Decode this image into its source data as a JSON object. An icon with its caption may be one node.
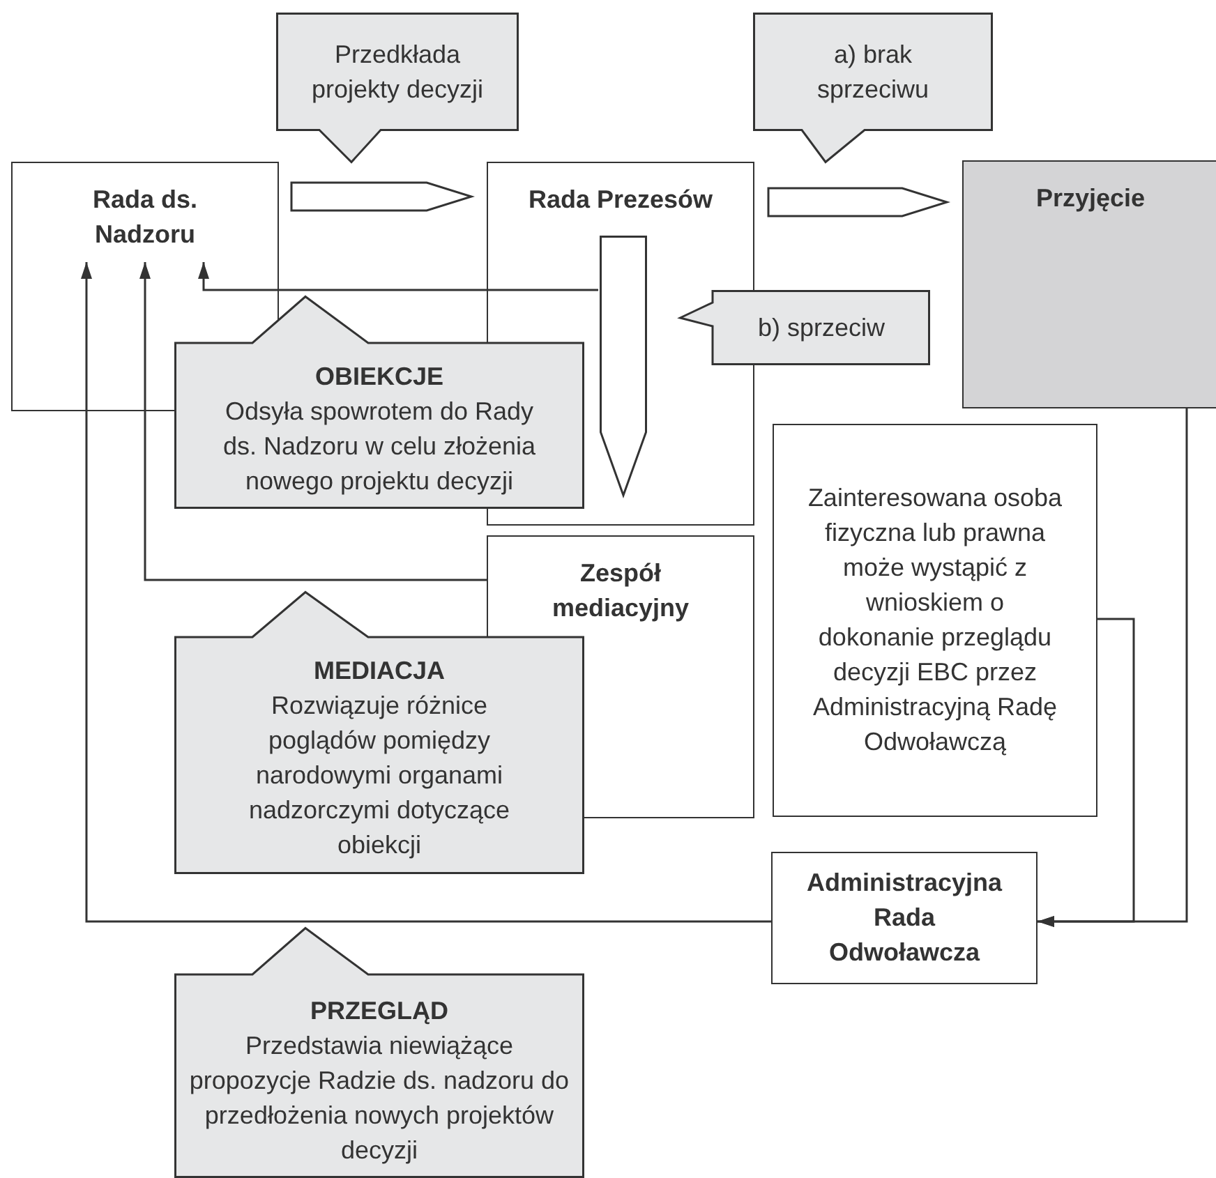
{
  "diagram": {
    "nodes": [
      {
        "text": [
          "Przedkłada projekty decyzji"
        ]
      },
      {
        "text": [
          "a) brak sprzeciwu"
        ]
      },
      {
        "text": [
          "Rada ds. Nadzoru"
        ]
      },
      {
        "text": [
          "Rada Prezesów"
        ]
      },
      {
        "text": [],
        "shape": "arrow",
        "in": 3
      },
      {
        "text": [
          "Przyjęcie"
        ]
      },
      {
        "text": [
          "b) sprzeciw"
        ]
      },
      {
        "text": [
          "OBIEKCJE",
          "Odsyła spowrotem do Rady ds. Nadzoru w celu złożenia nowego projektu decyzji"
        ]
      },
      {
        "text": [
          "Zespół mediacyjny"
        ]
      },
      {
        "text": [
          "MEDIACJA",
          "Rozwiązuje różnice poglądów pomiędzy narodowymi organami nadzorczymi dotyczące obiekcji"
        ]
      },
      {
        "text": [
          "Zainteresowana osoba fizyczna lub prawna może wystąpić z wnioskiem o dokonanie przeglądu decyzji EBC przez Administracyjną Radę Odwoławczą"
        ]
      },
      {
        "text": [
          "Administracyjna Rada Odwoławcza"
        ]
      },
      {
        "text": [
          "PRZEGLĄD",
          "Przedstawia niewiążące propozycje Radzie ds. nadzoru do przedłożenia nowych projektów decyzji"
        ]
      }
    ],
    "edges": [
      {
        "from": 2,
        "to": 3,
        "arrow": "to",
        "style": "thick"
      },
      {
        "from": 3,
        "to": 5,
        "arrow": "to",
        "style": "thick"
      },
      {
        "from": 4,
        "to": 2,
        "arrow": "to"
      },
      {
        "from": 8,
        "to": 2,
        "arrow": "to"
      },
      {
        "from": 11,
        "to": 2,
        "arrow": "to"
      },
      {
        "from": 5,
        "to": 11,
        "arrow": "to"
      },
      {
        "from": 10,
        "to": 11,
        "arrow": "to"
      }
    ]
  }
}
